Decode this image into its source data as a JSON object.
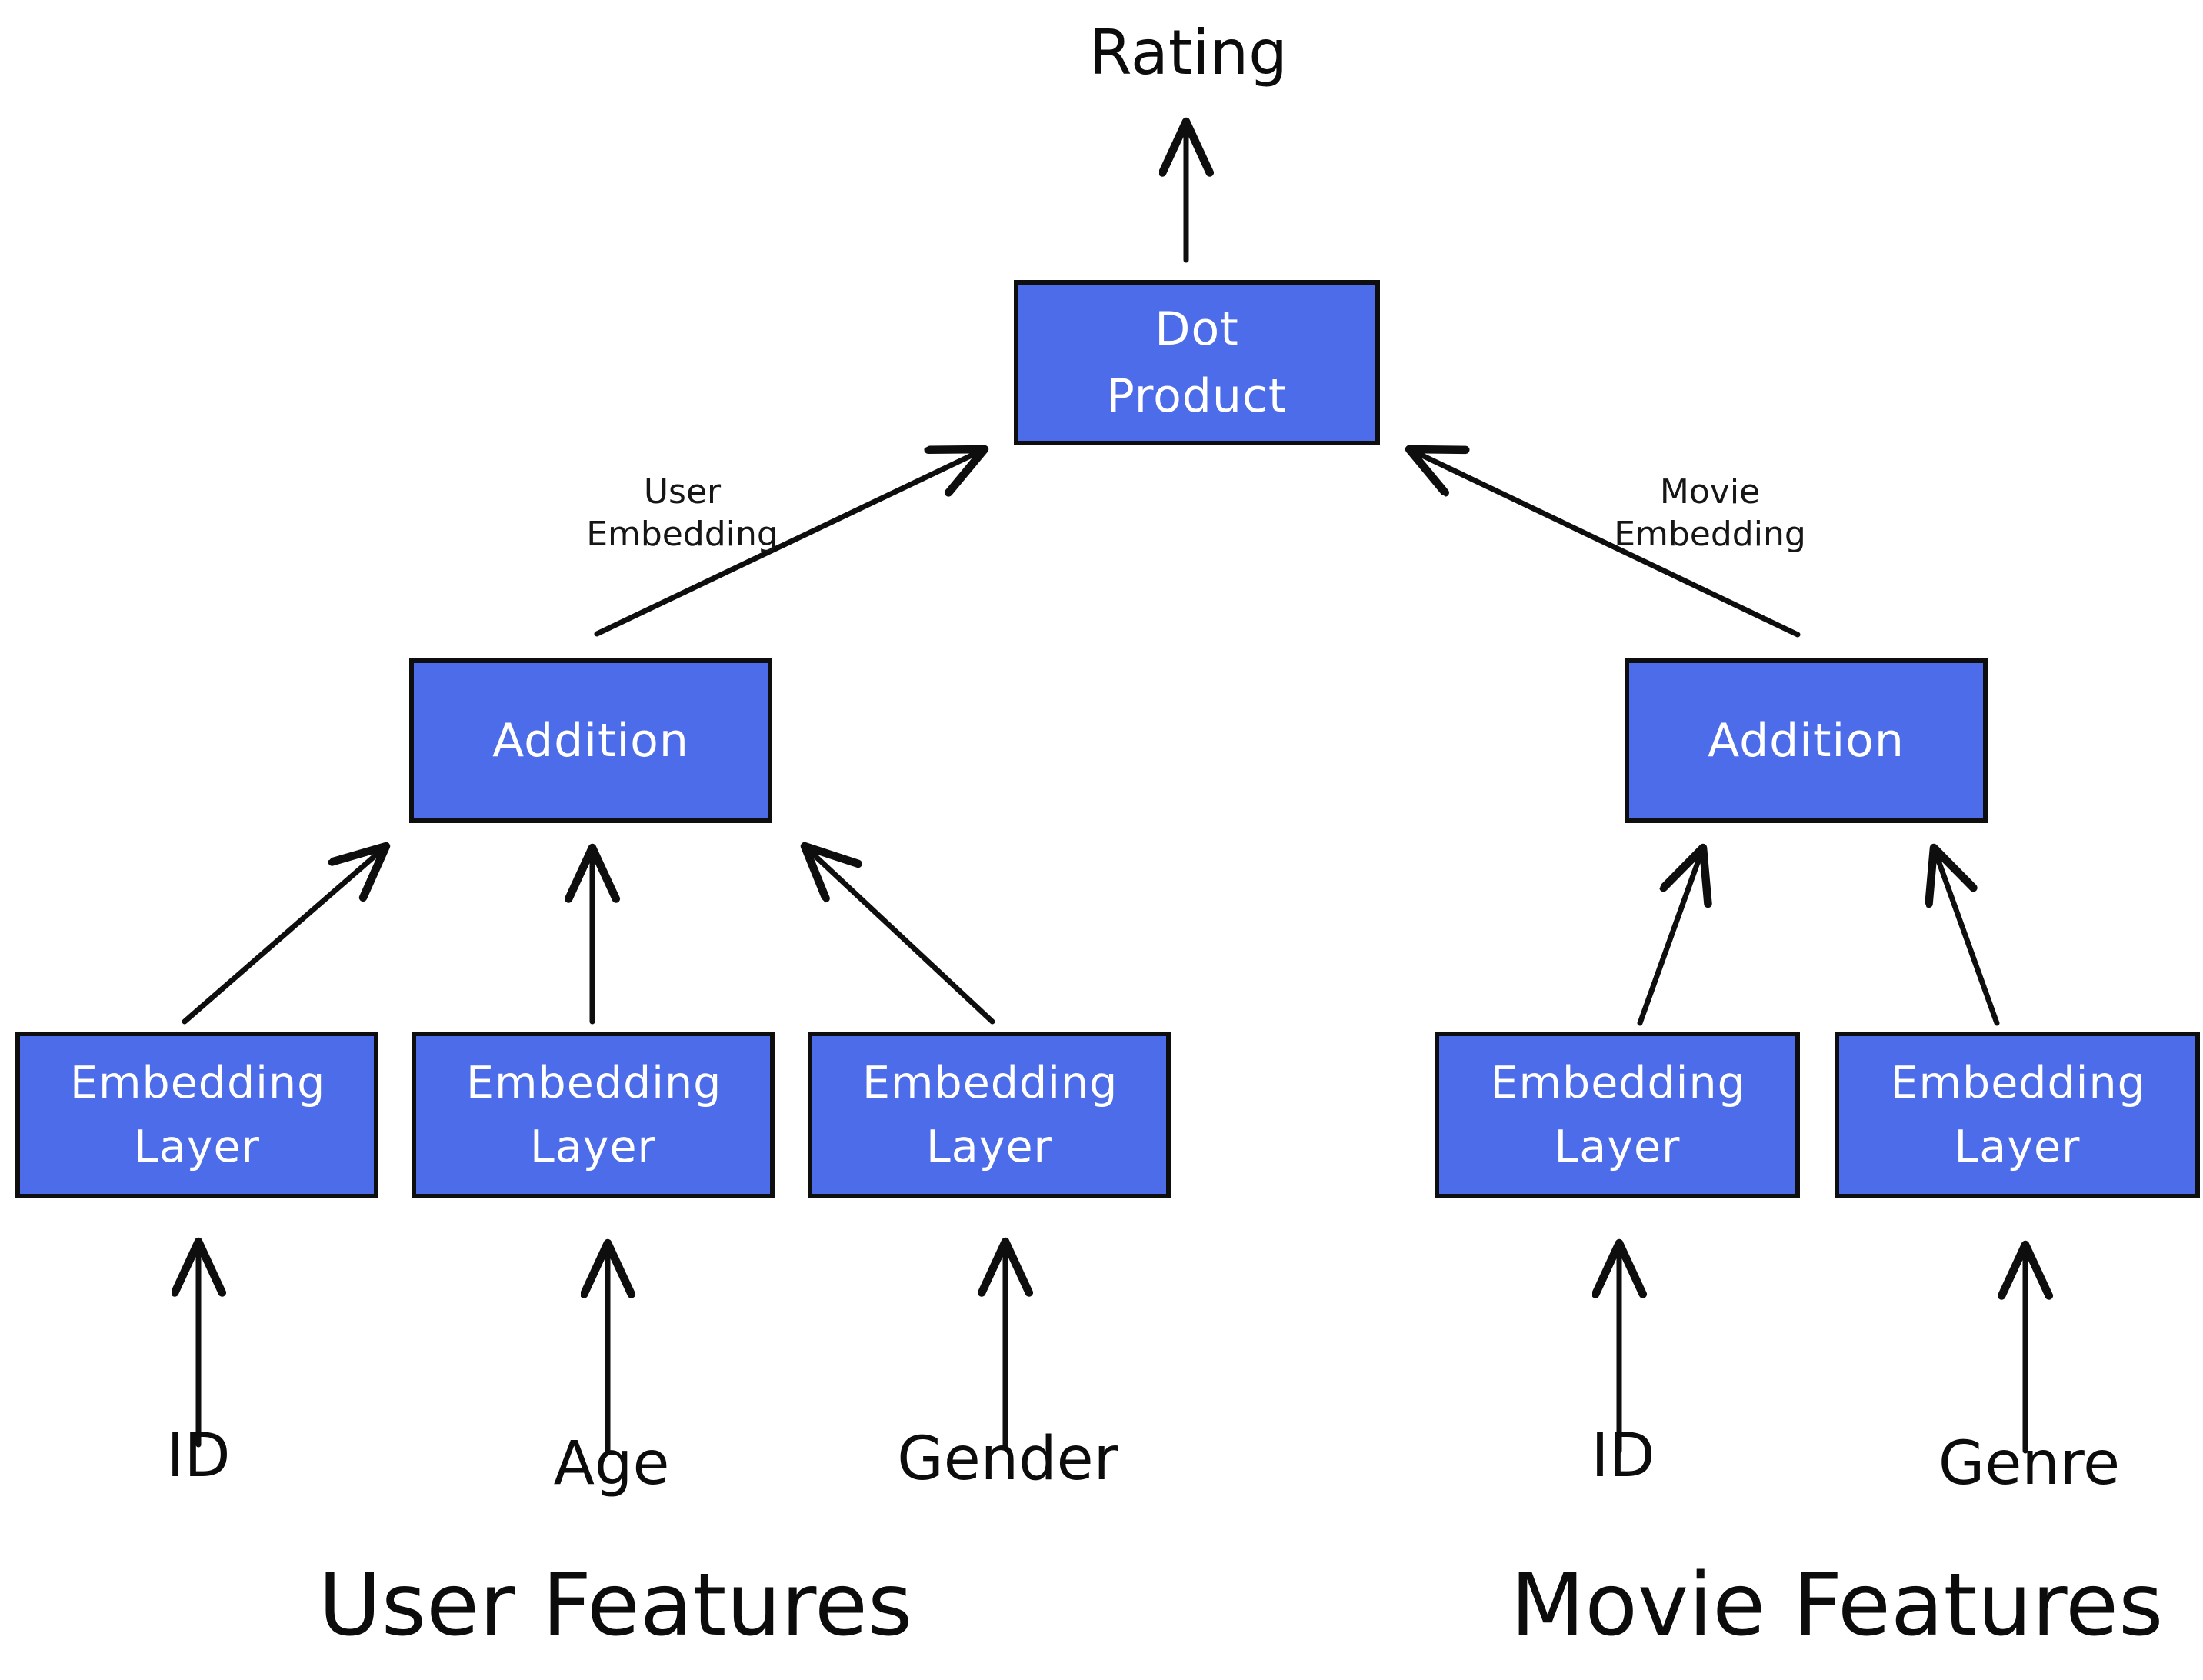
{
  "colors": {
    "box_fill": "#4d6ce9",
    "box_border": "#0e0e0e",
    "box_text": "#ffffff",
    "ink": "#111111",
    "background": "#ffffff"
  },
  "output": {
    "label": "Rating"
  },
  "boxes": [
    {
      "id": "dot-product",
      "label": "Dot Product"
    },
    {
      "id": "addition-user",
      "label": "Addition"
    },
    {
      "id": "addition-movie",
      "label": "Addition"
    },
    {
      "id": "embedding-user-id",
      "label": "Embedding Layer"
    },
    {
      "id": "embedding-user-age",
      "label": "Embedding Layer"
    },
    {
      "id": "embedding-user-gender",
      "label": "Embedding Layer"
    },
    {
      "id": "embedding-movie-id",
      "label": "Embedding Layer"
    },
    {
      "id": "embedding-movie-genre",
      "label": "Embedding Layer"
    }
  ],
  "edge_labels": {
    "user": "User Embedding",
    "movie": "Movie Embedding"
  },
  "inputs": [
    {
      "label": "ID"
    },
    {
      "label": "Age"
    },
    {
      "label": "Gender"
    },
    {
      "label": "ID"
    },
    {
      "label": "Genre"
    }
  ],
  "sections": {
    "user": "User Features",
    "movie": "Movie Features"
  }
}
